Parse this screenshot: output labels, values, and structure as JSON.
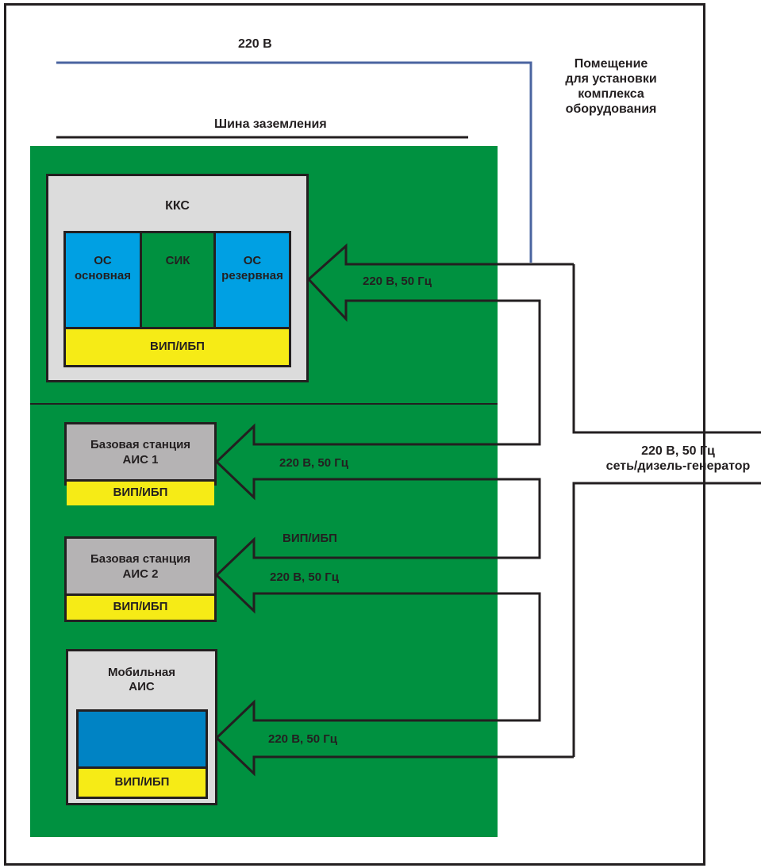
{
  "diagram": {
    "room_label": [
      "Помещение",
      "для установки",
      "комплекса",
      "оборудования"
    ],
    "supply_line_label": "220 В",
    "ground_bus_label": "Шина заземления",
    "main_supply_label": {
      "line1": "220 В, 50 Гц",
      "line2": "сеть/дизель-генератор"
    },
    "kks": {
      "title": "ККС",
      "cells": [
        {
          "id": "os-main",
          "lines": [
            "ОС",
            "основная"
          ]
        },
        {
          "id": "sik",
          "lines": [
            "СИК"
          ]
        },
        {
          "id": "os-reserve",
          "lines": [
            "ОС",
            "резервная"
          ]
        }
      ],
      "power_unit": "ВИП/ИБП",
      "arrow_label": "220 В, 50 Гц"
    },
    "base_station_1": {
      "title": [
        "Базовая станция",
        "АИС 1"
      ],
      "power_unit": "ВИП/ИБП",
      "arrow_label": "220 В, 50 Гц"
    },
    "base_station_2": {
      "title": [
        "Базовая станция",
        "АИС 2"
      ],
      "power_unit": "ВИП/ИБП",
      "arrow_label_top": "ВИП/ИБП",
      "arrow_label": "220 В, 50 Гц"
    },
    "mobile_ais": {
      "title": [
        "Мобильная",
        "АИС"
      ],
      "power_unit": "ВИП/ИБП",
      "arrow_label": "220 В, 50 Гц"
    },
    "colors": {
      "green_zone": "#009140",
      "os_blue": "#00a0e3",
      "mobile_blue": "#0083c4",
      "power_yellow": "#f6eb16",
      "station_gray": "#b5b3b4",
      "panel_light_gray": "#dcdcdc",
      "supply_line_blue": "#4a64a0",
      "wire_black": "#231f20"
    }
  }
}
